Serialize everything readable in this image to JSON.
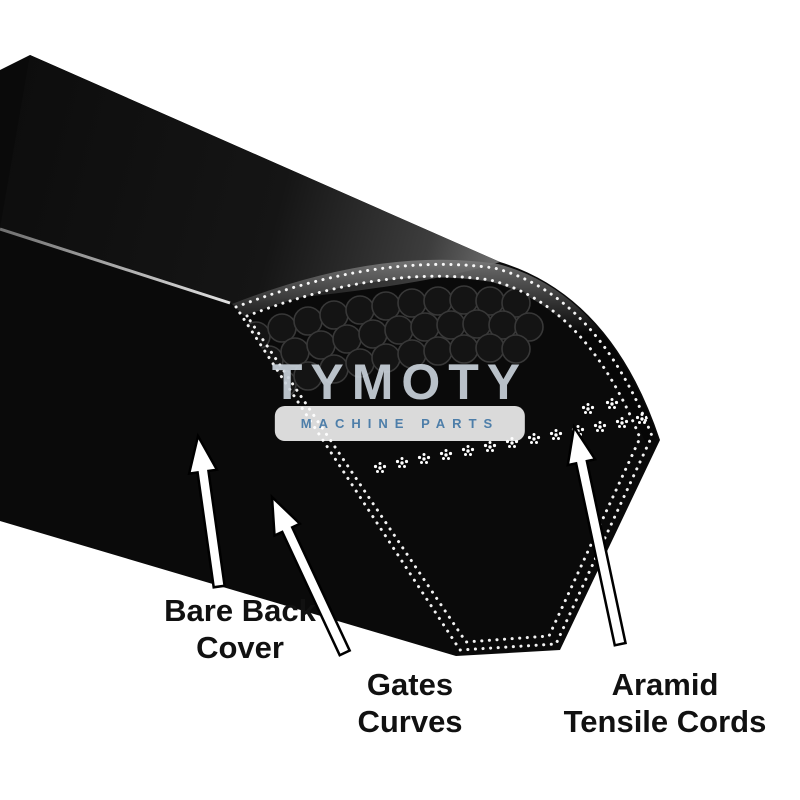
{
  "page": {
    "background": "#ffffff"
  },
  "illustration": {
    "subject": "V-belt with cut cross-section showing construction",
    "belt_color": "#0a0a0a",
    "stitch_color": "#ffffff",
    "arrow_fill": "#ffffff",
    "arrow_outline": "#000000"
  },
  "watermark": {
    "title": "TYMOTY",
    "subtitle": "MACHINE PARTS",
    "title_color": "#c9d1d9",
    "subtitle_color": "#4d7ea9"
  },
  "labels": {
    "text_color": "#111111",
    "bare_back_cover": {
      "line1": "Bare Back",
      "line2": "Cover"
    },
    "gates_curves": {
      "line1": "Gates",
      "line2": "Curves"
    },
    "aramid_tensile_cords": {
      "line1": "Aramid",
      "line2": "Tensile Cords"
    }
  }
}
